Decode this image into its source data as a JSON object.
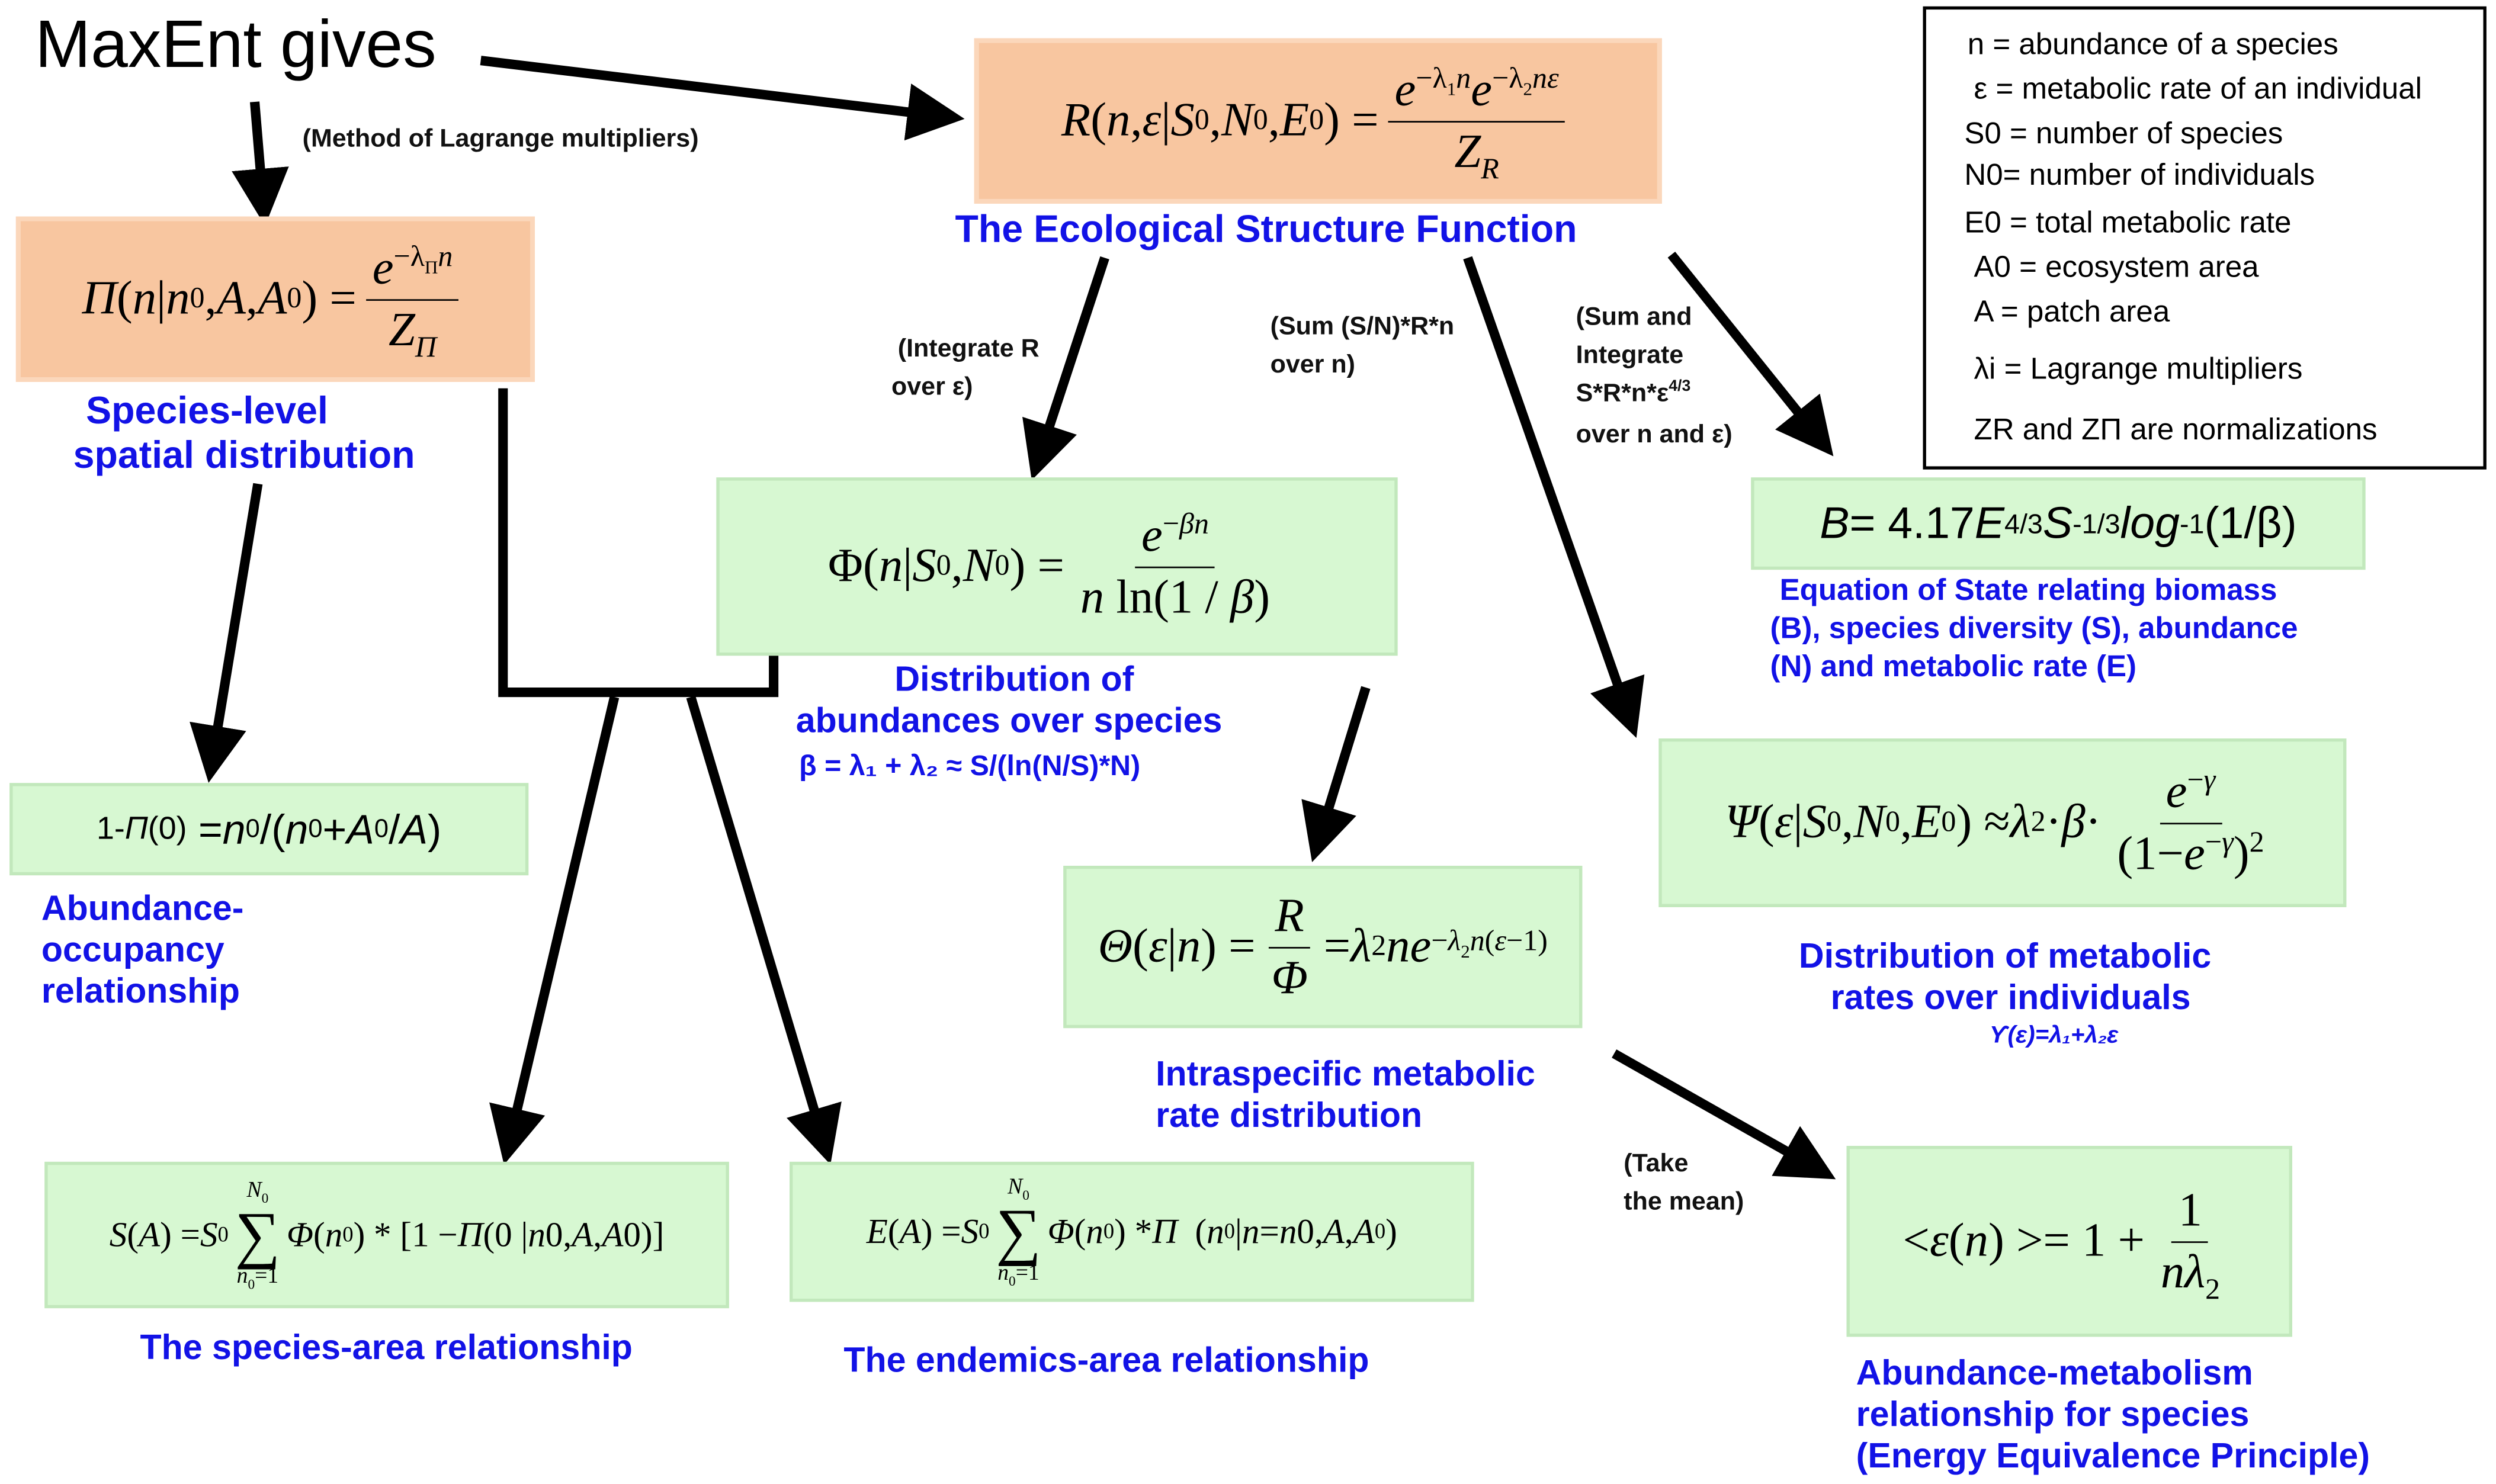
{
  "title": "MaxEnt gives",
  "notes": {
    "lagrange": "(Method of Lagrange multipliers)",
    "integrate_r_1": "(Integrate  R",
    "integrate_r_2": "over ε)",
    "sum_sn_1": "(Sum (S/N)*R*n",
    "sum_sn_2": "over n)",
    "sum_integrate_1": "(Sum and",
    "sum_integrate_2": "Integrate",
    "sum_integrate_3": "S*R*n*ε",
    "sum_integrate_3_sup": "4/3",
    "sum_integrate_4": "over n and ε)",
    "take_mean_1": "(Take",
    "take_mean_2": "the mean)"
  },
  "labels": {
    "esf": "The Ecological Structure Function",
    "species_level_1": "Species-level",
    "species_level_2": "spatial distribution",
    "abund_dist_1": "Distribution of",
    "abund_dist_2": "abundances over species",
    "abund_dist_3": "β = λ₁ + λ₂ ≈ S/(ln(N/S)*N)",
    "eos_1": "Equation of State relating biomass",
    "eos_2": "(B), species diversity (S), abundance",
    "eos_3": "(N) and metabolic rate (E)",
    "occupancy_1": "Abundance-",
    "occupancy_2": "occupancy",
    "occupancy_3": "relationship",
    "metab_dist_1": "Distribution of metabolic",
    "metab_dist_2": "rates over individuals",
    "metab_dist_3": "ϒ(ε)=λ₁+λ₂ε",
    "intra_1": "Intraspecific metabolic",
    "intra_2": "rate distribution",
    "sar": "The species-area relationship",
    "ear": "The endemics-area relationship",
    "eep_1": "Abundance-metabolism",
    "eep_2": "relationship for species",
    "eep_3": "(Energy Equivalence Principle)"
  },
  "equations": {
    "eos": "B= 4.17E4/3S-1/3log-1(1/β)",
    "occupancy": "1-Π(0) = n0/(n0+ A0/A)"
  },
  "legend": [
    "n = abundance of a species",
    "ε = metabolic rate of an individual",
    "S0 = number of species",
    "N0= number of individuals",
    "E0 = total metabolic rate",
    "A0 = ecosystem area",
    "A  = patch area",
    "λi = Lagrange multipliers",
    "ZR and ZΠ are normalizations"
  ],
  "colors": {
    "label_blue": "#1212e6",
    "orange_box": "#f8c6a0",
    "green_box": "#d7f8d2"
  }
}
